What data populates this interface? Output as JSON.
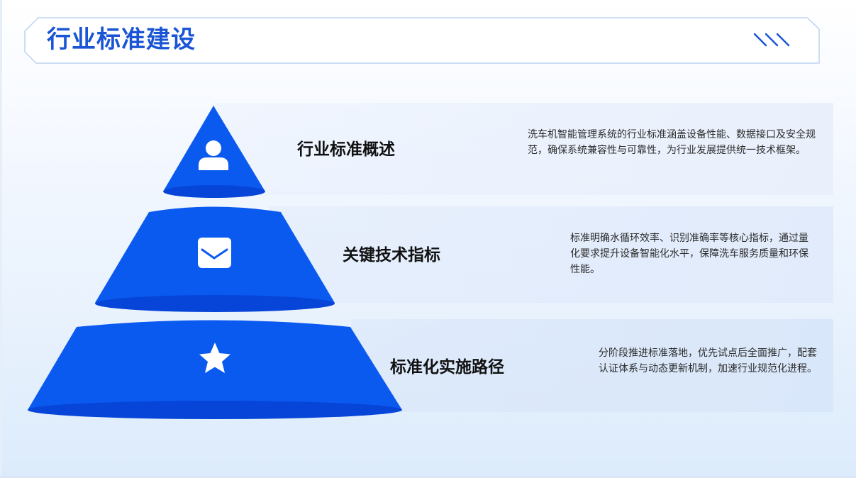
{
  "page": {
    "title": "行业标准建设",
    "accent_color": "#1a55d6",
    "pyramid_color": "#0b5af0"
  },
  "tiers": [
    {
      "icon": "user-icon",
      "title": "行业标准概述",
      "description": "洗车机智能管理系统的行业标准涵盖设备性能、数据接口及安全规范，确保系统兼容性与可靠性，为行业发展提供统一技术框架。"
    },
    {
      "icon": "envelope-icon",
      "title": "关键技术指标",
      "description": "标准明确水循环效率、识别准确率等核心指标，通过量化要求提升设备智能化水平，保障洗车服务质量和环保性能。"
    },
    {
      "icon": "star-icon",
      "title": "标准化实施路径",
      "description": "分阶段推进标准落地，优先试点后全面推广，配套认证体系与动态更新机制，加速行业规范化进程。"
    }
  ]
}
